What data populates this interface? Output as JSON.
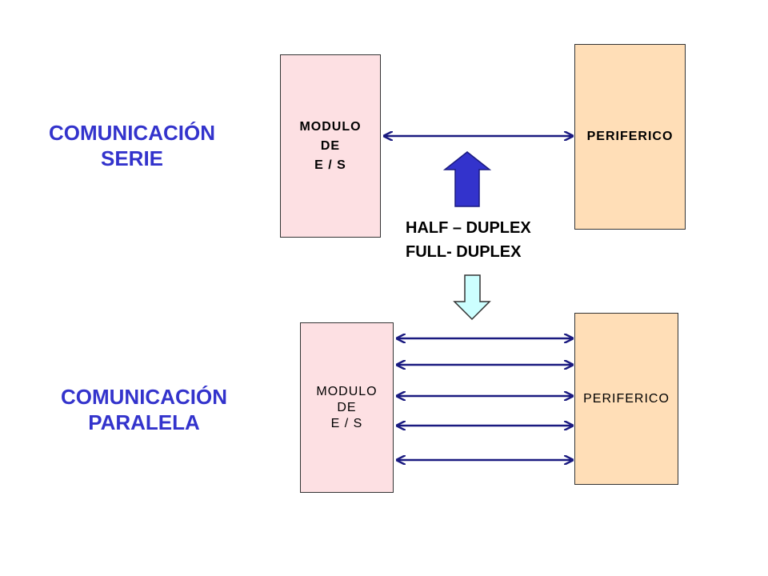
{
  "serial": {
    "title_line1": "COMUNICACIÓN",
    "title_line2": "SERIE",
    "module_line1": "MODULO",
    "module_line2": "DE",
    "module_line3": "E / S",
    "peripheral": "PERIFERICO"
  },
  "parallel": {
    "title_line1": "COMUNICACIÓN",
    "title_line2": "PARALELA",
    "module_line1": "MODULO",
    "module_line2": "DE",
    "module_line3": "E / S",
    "peripheral": "PERIFERICO",
    "line_count": 5
  },
  "modes": {
    "half": "HALF – DUPLEX",
    "full": "FULL- DUPLEX"
  },
  "colors": {
    "title": "#3333cc",
    "module_fill": "#fde0e3",
    "peripheral_fill": "#ffdeb7",
    "connector": "#1a1a80",
    "up_arrow_fill": "#3333cc",
    "down_arrow_fill": "#ccffff"
  },
  "icons": {
    "up_arrow": "up-arrow-icon",
    "down_arrow": "down-arrow-icon",
    "connector": "double-headed-arrow"
  }
}
